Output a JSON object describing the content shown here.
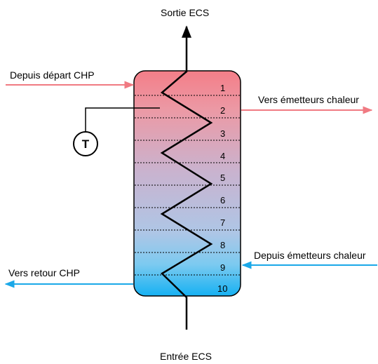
{
  "labels": {
    "top_outlet": "Sortie ECS",
    "bottom_inlet": "Entrée ECS",
    "chp_supply_in": "Depuis départ CHP",
    "to_emitters": "Vers émetteurs chaleur",
    "from_emitters": "Depuis émetteurs chaleur",
    "chp_return_out": "Vers retour CHP"
  },
  "sensor": {
    "symbol": "T"
  },
  "layers": [
    "1",
    "2",
    "3",
    "4",
    "5",
    "6",
    "7",
    "8",
    "9",
    "10"
  ],
  "colors": {
    "hot": "#f07a82",
    "cold": "#1aa8e8",
    "tank_top": "#f48089",
    "tank_mid": "#b7c2e0",
    "tank_bottom": "#1ab0f0",
    "outline": "#000000"
  }
}
